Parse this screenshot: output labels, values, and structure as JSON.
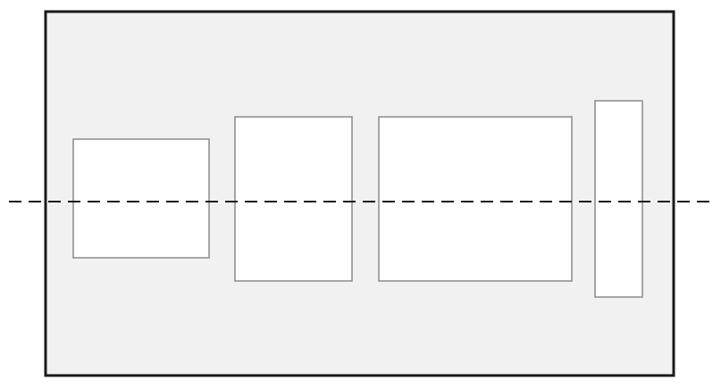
{
  "diagram": {
    "description_visible_text": "",
    "colors": {
      "page_background": "#ffffff",
      "container_fill": "#f1f1f1",
      "container_stroke": "#1a1a1a",
      "box_fill": "#ffffff",
      "box_stroke": "#8a8a8a",
      "centerline_stroke": "#1a1a1a"
    },
    "container": {
      "name": "outer-container"
    },
    "centerline": {
      "name": "horizontal-center-line",
      "style": "dashed"
    },
    "boxes": [
      {
        "name": "box-1"
      },
      {
        "name": "box-2"
      },
      {
        "name": "box-3"
      },
      {
        "name": "box-4"
      }
    ]
  }
}
